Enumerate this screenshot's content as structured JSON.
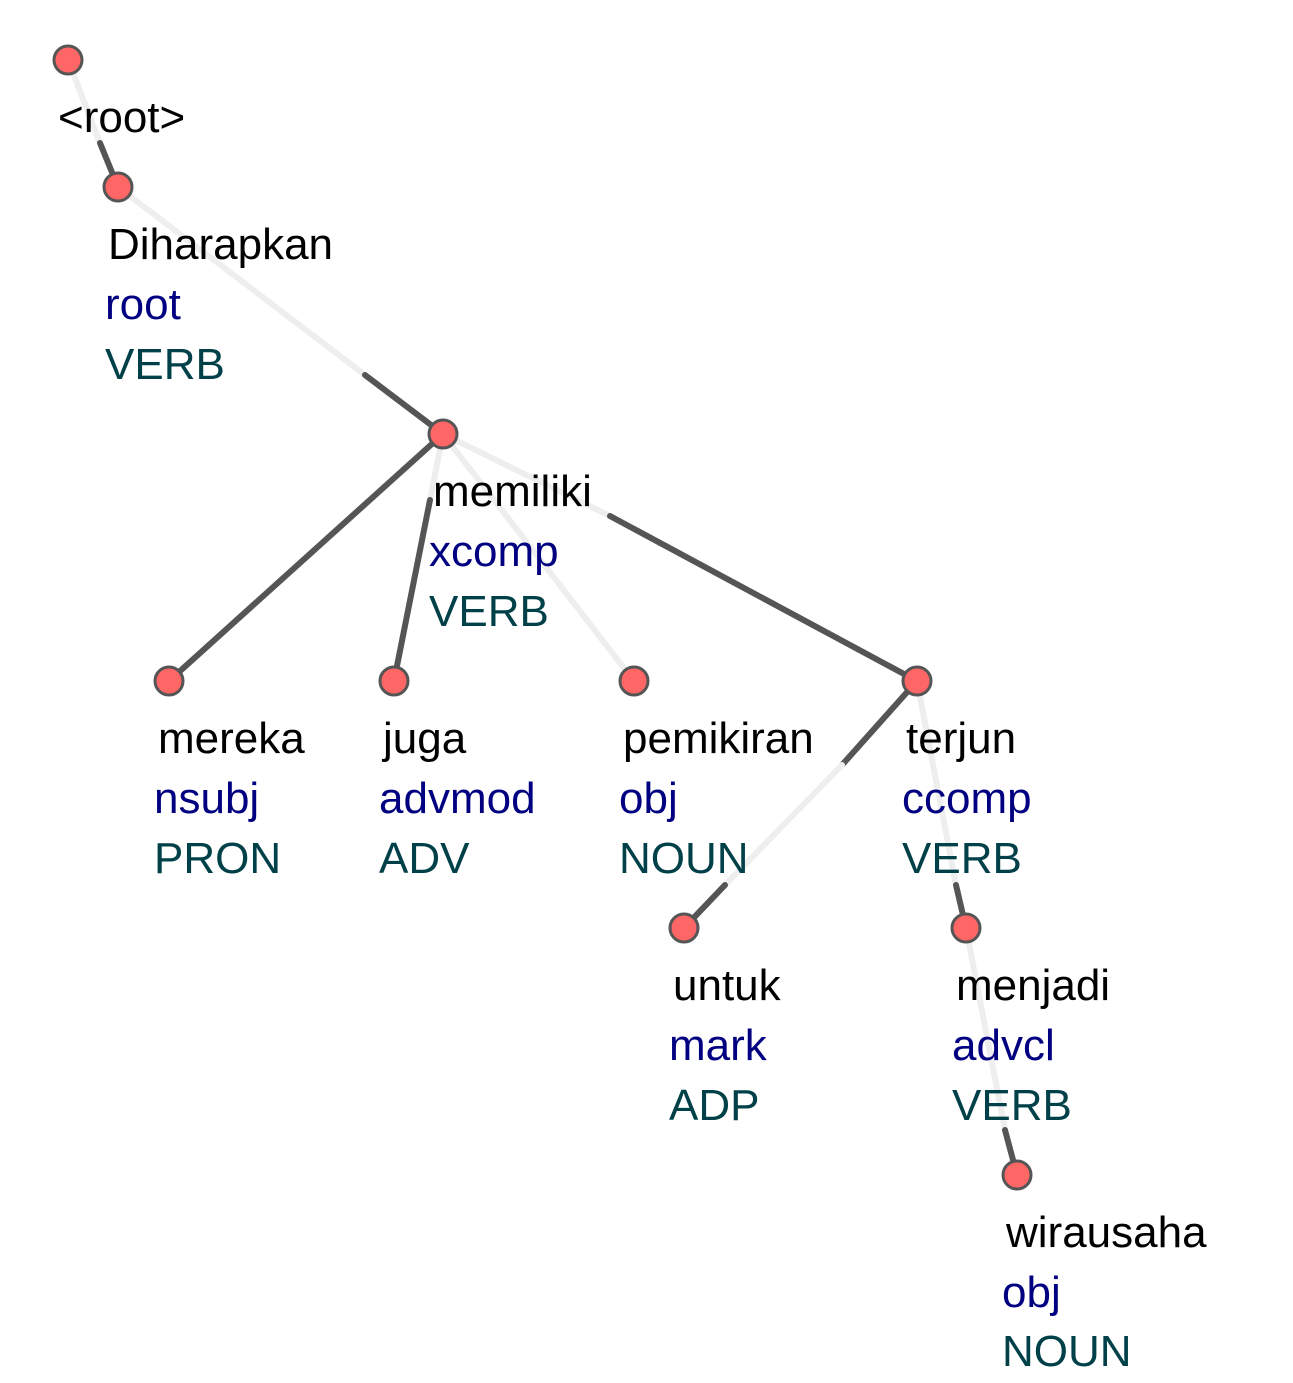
{
  "tokens": {
    "root": {
      "word": "<root>",
      "dep": "",
      "pos": ""
    },
    "diharapkan": {
      "word": "Diharapkan",
      "dep": "root",
      "pos": "VERB"
    },
    "memiliki": {
      "word": "memiliki",
      "dep": "xcomp",
      "pos": "VERB"
    },
    "mereka": {
      "word": "mereka",
      "dep": "nsubj",
      "pos": "PRON"
    },
    "juga": {
      "word": "juga",
      "dep": "advmod",
      "pos": "ADV"
    },
    "pemikiran": {
      "word": "pemikiran",
      "dep": "obj",
      "pos": "NOUN"
    },
    "terjun": {
      "word": "terjun",
      "dep": "ccomp",
      "pos": "VERB"
    },
    "untuk": {
      "word": "untuk",
      "dep": "mark",
      "pos": "ADP"
    },
    "menjadi": {
      "word": "menjadi",
      "dep": "advcl",
      "pos": "VERB"
    },
    "wirausaha": {
      "word": "wirausaha",
      "dep": "obj",
      "pos": "NOUN"
    }
  },
  "colors": {
    "node_fill": "#ff6666",
    "edge": "#555555",
    "word": "#000000",
    "dep": "#000080",
    "pos": "#004048"
  }
}
